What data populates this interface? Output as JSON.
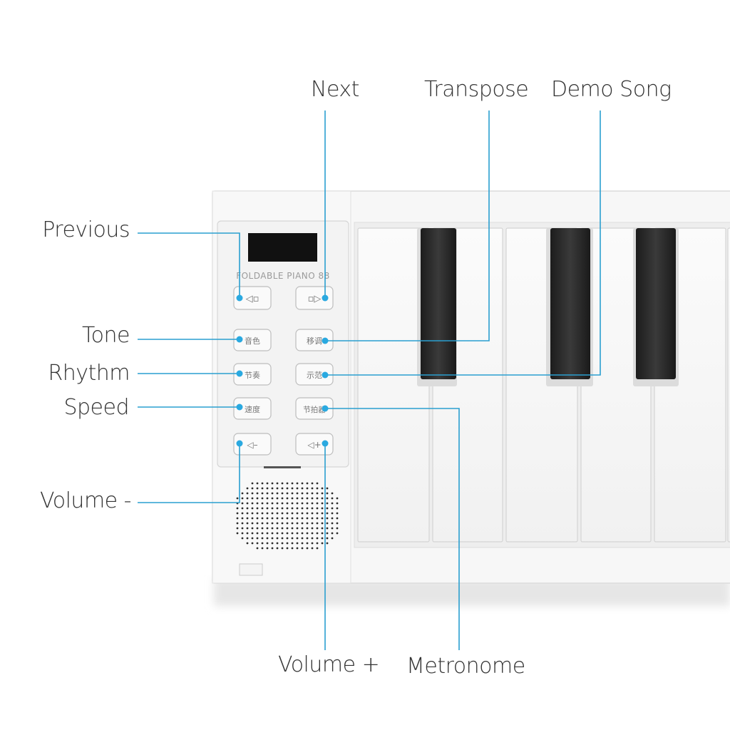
{
  "device": {
    "brand_text": "FOLDABLE PIANO 88"
  },
  "buttons": {
    "previous_glyph": "◁▫",
    "next_glyph": "▫▷",
    "tone_text": "音色",
    "transpose_text": "移调",
    "rhythm_text": "节奏",
    "demo_text": "示范",
    "speed_text": "速度",
    "metronome_text": "节拍器",
    "vol_minus_text": "◁–",
    "vol_plus_text": "◁+"
  },
  "labels": {
    "next": "Next",
    "transpose": "Transpose",
    "demo_song": "Demo Song",
    "previous": "Previous",
    "tone": "Tone",
    "rhythm": "Rhythm",
    "speed": "Speed",
    "volume_minus": "Volume -",
    "volume_plus": "Volume +",
    "metronome": "Metronome"
  },
  "colors": {
    "callout_line": "#2a9fd0",
    "callout_dot": "#2aa9e0",
    "label_text": "#333333",
    "body": "#f7f7f7",
    "panel": "#f3f3f3",
    "white_key": "#f9f9f9",
    "black_key": "#2a2a2a",
    "display": "#111111"
  }
}
